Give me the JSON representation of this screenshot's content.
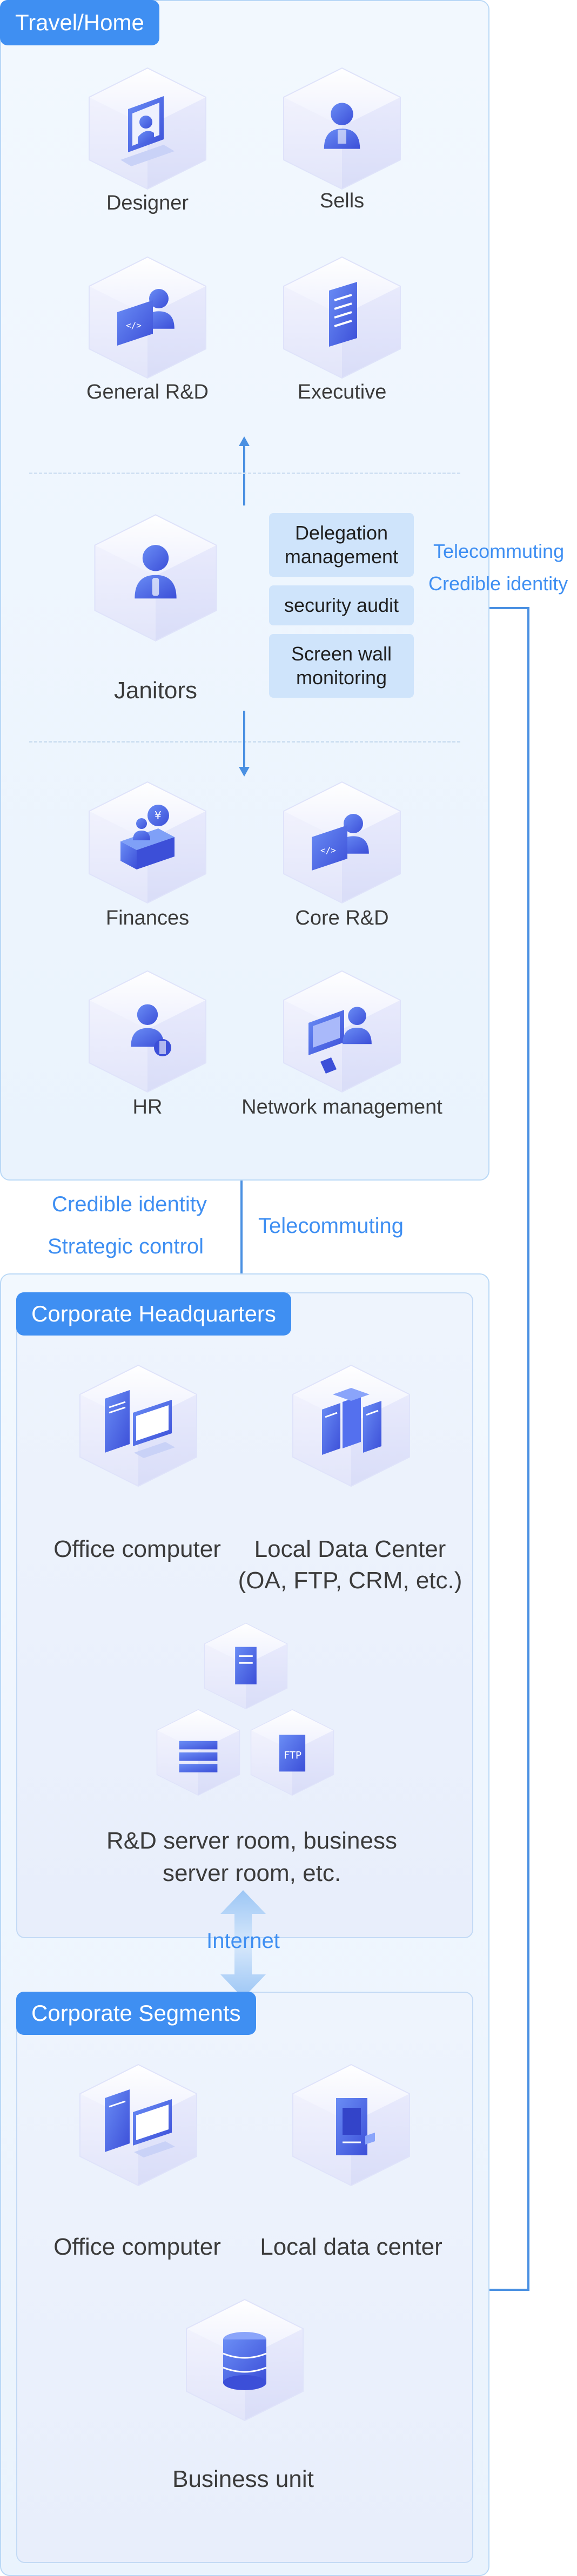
{
  "travel_home": {
    "title": "Travel/Home",
    "roles": {
      "designer": "Designer",
      "sells": "Sells",
      "general_rd": "General R&D",
      "executive": "Executive",
      "janitors": "Janitors",
      "finances": "Finances",
      "core_rd": "Core R&D",
      "hr": "HR",
      "network_management": "Network management"
    },
    "janitor_functions": [
      "Delegation management",
      "security audit",
      "Screen wall monitoring"
    ]
  },
  "side_link": {
    "line1": "Telecommuting",
    "line2": "Credible identity"
  },
  "center_link": {
    "left_line1": "Credible identity",
    "left_line2": "Strategic control",
    "right": "Telecommuting"
  },
  "headquarters": {
    "title": "Corporate Headquarters",
    "office_computer": "Office computer",
    "local_dc_line1": "Local Data Center",
    "local_dc_line2": "(OA, FTP, CRM, etc.)",
    "server_room_line1": "R&D server room, business",
    "server_room_line2": "server room, etc.",
    "ftp_text": "FTP"
  },
  "internet": {
    "label": "Internet"
  },
  "segments": {
    "title": "Corporate Segments",
    "office_computer": "Office computer",
    "local_dc": "Local data center",
    "business_unit": "Business unit"
  },
  "colors": {
    "accent": "#3f8ff2",
    "icon_primary": "#4b62e8",
    "panel_border": "#b9d8f6",
    "role_box": "#cfe4fb"
  }
}
